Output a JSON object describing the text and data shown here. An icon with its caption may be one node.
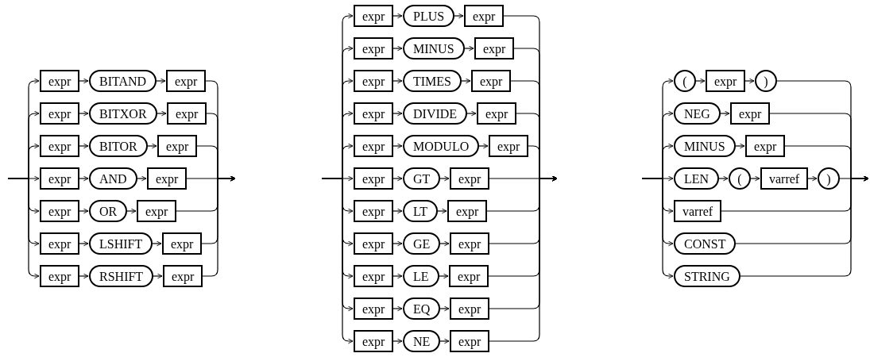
{
  "diagram": {
    "nodes": [
      {
        "text": [
          "expr"
        ]
      },
      {
        "text": [
          "BITAND"
        ]
      },
      {
        "text": [
          "expr"
        ]
      },
      {
        "text": [
          "expr"
        ]
      },
      {
        "text": [
          "BITXOR"
        ]
      },
      {
        "text": [
          "expr"
        ]
      },
      {
        "text": [
          "expr"
        ]
      },
      {
        "text": [
          "BITOR"
        ]
      },
      {
        "text": [
          "expr"
        ]
      },
      {
        "text": [
          "expr"
        ]
      },
      {
        "text": [
          "AND"
        ]
      },
      {
        "text": [
          "expr"
        ]
      },
      {
        "text": [
          "expr"
        ]
      },
      {
        "text": [
          "OR"
        ]
      },
      {
        "text": [
          "expr"
        ]
      },
      {
        "text": [
          "expr"
        ]
      },
      {
        "text": [
          "LSHIFT"
        ]
      },
      {
        "text": [
          "expr"
        ]
      },
      {
        "text": [
          "expr"
        ]
      },
      {
        "text": [
          "RSHIFT"
        ]
      },
      {
        "text": [
          "expr"
        ]
      },
      {
        "text": [
          "expr"
        ]
      },
      {
        "text": [
          "PLUS"
        ]
      },
      {
        "text": [
          "expr"
        ]
      },
      {
        "text": [
          "expr"
        ]
      },
      {
        "text": [
          "MINUS"
        ]
      },
      {
        "text": [
          "expr"
        ]
      },
      {
        "text": [
          "expr"
        ]
      },
      {
        "text": [
          "TIMES"
        ]
      },
      {
        "text": [
          "expr"
        ]
      },
      {
        "text": [
          "expr"
        ]
      },
      {
        "text": [
          "DIVIDE"
        ]
      },
      {
        "text": [
          "expr"
        ]
      },
      {
        "text": [
          "expr"
        ]
      },
      {
        "text": [
          "MODULO"
        ]
      },
      {
        "text": [
          "expr"
        ]
      },
      {
        "text": [
          "expr"
        ]
      },
      {
        "text": [
          "GT"
        ]
      },
      {
        "text": [
          "expr"
        ]
      },
      {
        "text": [
          "expr"
        ]
      },
      {
        "text": [
          "LT"
        ]
      },
      {
        "text": [
          "expr"
        ]
      },
      {
        "text": [
          "expr"
        ]
      },
      {
        "text": [
          "GE"
        ]
      },
      {
        "text": [
          "expr"
        ]
      },
      {
        "text": [
          "expr"
        ]
      },
      {
        "text": [
          "LE"
        ]
      },
      {
        "text": [
          "expr"
        ]
      },
      {
        "text": [
          "expr"
        ]
      },
      {
        "text": [
          "EQ"
        ]
      },
      {
        "text": [
          "expr"
        ]
      },
      {
        "text": [
          "expr"
        ]
      },
      {
        "text": [
          "NE"
        ]
      },
      {
        "text": [
          "expr"
        ]
      },
      {
        "text": [
          "("
        ]
      },
      {
        "text": [
          "expr"
        ]
      },
      {
        "text": [
          ")"
        ]
      },
      {
        "text": [
          "NEG"
        ]
      },
      {
        "text": [
          "expr"
        ]
      },
      {
        "text": [
          "MINUS"
        ]
      },
      {
        "text": [
          "expr"
        ]
      },
      {
        "text": [
          "LEN"
        ]
      },
      {
        "text": [
          "("
        ]
      },
      {
        "text": [
          "varref"
        ]
      },
      {
        "text": [
          ")"
        ]
      },
      {
        "text": [
          "varref"
        ]
      },
      {
        "text": [
          "CONST"
        ]
      },
      {
        "text": [
          "STRING"
        ]
      }
    ],
    "edges": [
      {
        "from": null,
        "to": 0,
        "arrow": "to"
      },
      {
        "from": 0,
        "to": 1,
        "arrow": "to"
      },
      {
        "from": 1,
        "to": 2,
        "arrow": "to"
      },
      {
        "from": 2,
        "to": null,
        "arrow": "to"
      },
      {
        "from": null,
        "to": 3,
        "arrow": "to"
      },
      {
        "from": 3,
        "to": 4,
        "arrow": "to"
      },
      {
        "from": 4,
        "to": 5,
        "arrow": "to"
      },
      {
        "from": 5,
        "to": null,
        "arrow": "to"
      },
      {
        "from": null,
        "to": 6,
        "arrow": "to"
      },
      {
        "from": 6,
        "to": 7,
        "arrow": "to"
      },
      {
        "from": 7,
        "to": 8,
        "arrow": "to"
      },
      {
        "from": 8,
        "to": null,
        "arrow": "to"
      },
      {
        "from": null,
        "to": 9,
        "arrow": "to"
      },
      {
        "from": 9,
        "to": 10,
        "arrow": "to"
      },
      {
        "from": 10,
        "to": 11,
        "arrow": "to"
      },
      {
        "from": 11,
        "to": null,
        "arrow": "to"
      },
      {
        "from": null,
        "to": 12,
        "arrow": "to"
      },
      {
        "from": 12,
        "to": 13,
        "arrow": "to"
      },
      {
        "from": 13,
        "to": 14,
        "arrow": "to"
      },
      {
        "from": 14,
        "to": null,
        "arrow": "to"
      },
      {
        "from": null,
        "to": 15,
        "arrow": "to"
      },
      {
        "from": 15,
        "to": 16,
        "arrow": "to"
      },
      {
        "from": 16,
        "to": 17,
        "arrow": "to"
      },
      {
        "from": 17,
        "to": null,
        "arrow": "to"
      },
      {
        "from": null,
        "to": 18,
        "arrow": "to"
      },
      {
        "from": 18,
        "to": 19,
        "arrow": "to"
      },
      {
        "from": 19,
        "to": 20,
        "arrow": "to"
      },
      {
        "from": 20,
        "to": null,
        "arrow": "to"
      },
      {
        "from": null,
        "to": 21,
        "arrow": "to"
      },
      {
        "from": 21,
        "to": 22,
        "arrow": "to"
      },
      {
        "from": 22,
        "to": 23,
        "arrow": "to"
      },
      {
        "from": 23,
        "to": null,
        "arrow": "to"
      },
      {
        "from": null,
        "to": 24,
        "arrow": "to"
      },
      {
        "from": 24,
        "to": 25,
        "arrow": "to"
      },
      {
        "from": 25,
        "to": 26,
        "arrow": "to"
      },
      {
        "from": 26,
        "to": null,
        "arrow": "to"
      },
      {
        "from": null,
        "to": 27,
        "arrow": "to"
      },
      {
        "from": 27,
        "to": 28,
        "arrow": "to"
      },
      {
        "from": 28,
        "to": 29,
        "arrow": "to"
      },
      {
        "from": 29,
        "to": null,
        "arrow": "to"
      },
      {
        "from": null,
        "to": 30,
        "arrow": "to"
      },
      {
        "from": 30,
        "to": 31,
        "arrow": "to"
      },
      {
        "from": 31,
        "to": 32,
        "arrow": "to"
      },
      {
        "from": 32,
        "to": null,
        "arrow": "to"
      },
      {
        "from": null,
        "to": 33,
        "arrow": "to"
      },
      {
        "from": 33,
        "to": 34,
        "arrow": "to"
      },
      {
        "from": 34,
        "to": 35,
        "arrow": "to"
      },
      {
        "from": 35,
        "to": null,
        "arrow": "to"
      },
      {
        "from": null,
        "to": 36,
        "arrow": "to"
      },
      {
        "from": 36,
        "to": 37,
        "arrow": "to"
      },
      {
        "from": 37,
        "to": 38,
        "arrow": "to"
      },
      {
        "from": 38,
        "to": null,
        "arrow": "to"
      },
      {
        "from": null,
        "to": 39,
        "arrow": "to"
      },
      {
        "from": 39,
        "to": 40,
        "arrow": "to"
      },
      {
        "from": 40,
        "to": 41,
        "arrow": "to"
      },
      {
        "from": 41,
        "to": null,
        "arrow": "to"
      },
      {
        "from": null,
        "to": 42,
        "arrow": "to"
      },
      {
        "from": 42,
        "to": 43,
        "arrow": "to"
      },
      {
        "from": 43,
        "to": 44,
        "arrow": "to"
      },
      {
        "from": 44,
        "to": null,
        "arrow": "to"
      },
      {
        "from": null,
        "to": 45,
        "arrow": "to"
      },
      {
        "from": 45,
        "to": 46,
        "arrow": "to"
      },
      {
        "from": 46,
        "to": 47,
        "arrow": "to"
      },
      {
        "from": 47,
        "to": null,
        "arrow": "to"
      },
      {
        "from": null,
        "to": 48,
        "arrow": "to"
      },
      {
        "from": 48,
        "to": 49,
        "arrow": "to"
      },
      {
        "from": 49,
        "to": 50,
        "arrow": "to"
      },
      {
        "from": 50,
        "to": null,
        "arrow": "to"
      },
      {
        "from": null,
        "to": 51,
        "arrow": "to"
      },
      {
        "from": 51,
        "to": 52,
        "arrow": "to"
      },
      {
        "from": 52,
        "to": 53,
        "arrow": "to"
      },
      {
        "from": 53,
        "to": null,
        "arrow": "to"
      },
      {
        "from": null,
        "to": 54,
        "arrow": "to"
      },
      {
        "from": 54,
        "to": 55,
        "arrow": "to"
      },
      {
        "from": 55,
        "to": 56,
        "arrow": "to"
      },
      {
        "from": 56,
        "to": null,
        "arrow": "to"
      },
      {
        "from": null,
        "to": 57,
        "arrow": "to"
      },
      {
        "from": 57,
        "to": 58,
        "arrow": "to"
      },
      {
        "from": 58,
        "to": null,
        "arrow": "to"
      },
      {
        "from": null,
        "to": 59,
        "arrow": "to"
      },
      {
        "from": 59,
        "to": 60,
        "arrow": "to"
      },
      {
        "from": 60,
        "to": null,
        "arrow": "to"
      },
      {
        "from": null,
        "to": 61,
        "arrow": "to"
      },
      {
        "from": 61,
        "to": 62,
        "arrow": "to"
      },
      {
        "from": 62,
        "to": 63,
        "arrow": "to"
      },
      {
        "from": 63,
        "to": 64,
        "arrow": "to"
      },
      {
        "from": 64,
        "to": null,
        "arrow": "to"
      },
      {
        "from": null,
        "to": 65,
        "arrow": "to"
      },
      {
        "from": 65,
        "to": null,
        "arrow": "to"
      },
      {
        "from": null,
        "to": 66,
        "arrow": "to"
      },
      {
        "from": 66,
        "to": null,
        "arrow": "to"
      },
      {
        "from": null,
        "to": 67,
        "arrow": "to"
      },
      {
        "from": 67,
        "to": null,
        "arrow": "to"
      }
    ]
  }
}
